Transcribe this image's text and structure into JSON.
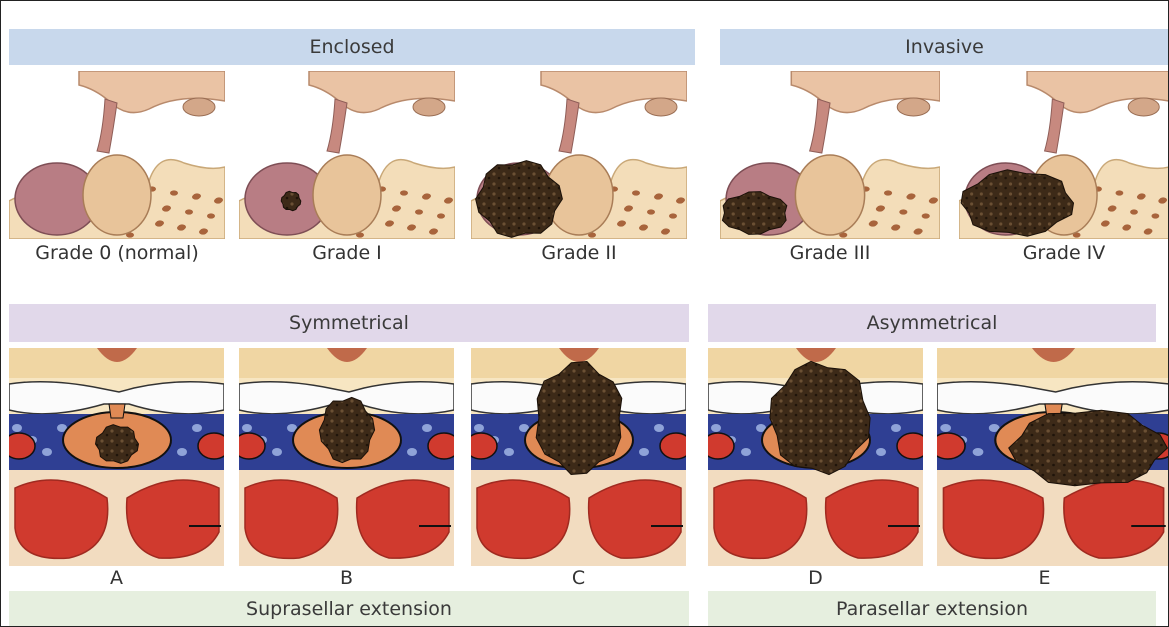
{
  "headers": {
    "enclosed": "Enclosed",
    "invasive": "Invasive",
    "symmetrical": "Symmetrical",
    "asymmetrical": "Asymmetrical",
    "suprasellar": "Suprasellar extension",
    "parasellar": "Parasellar extension"
  },
  "grades": [
    {
      "label": "Grade 0 (normal)",
      "tumor": "none"
    },
    {
      "label": "Grade I",
      "tumor": "small"
    },
    {
      "label": "Grade II",
      "tumor": "medium"
    },
    {
      "label": "Grade III",
      "tumor": "floor-invasion"
    },
    {
      "label": "Grade IV",
      "tumor": "diffuse-invasion"
    }
  ],
  "sections": [
    {
      "label": "A",
      "extension": "intrasellar"
    },
    {
      "label": "B",
      "extension": "mild-suprasellar"
    },
    {
      "label": "C",
      "extension": "large-suprasellar"
    },
    {
      "label": "D",
      "extension": "asymmetric-suprasellar"
    },
    {
      "label": "E",
      "extension": "parasellar"
    }
  ],
  "colors": {
    "enclosed_band": "#c8d8ec",
    "symmetrical_band": "#e1d8ea",
    "extension_band": "#e6efdf",
    "tumor": "#3d2a18",
    "bone": "#f3ddb9",
    "gland_anterior": "#b87d84",
    "gland_posterior": "#e8c49a",
    "sinus_blue": "#2f3f93",
    "carotid_red": "#d03a2e"
  }
}
